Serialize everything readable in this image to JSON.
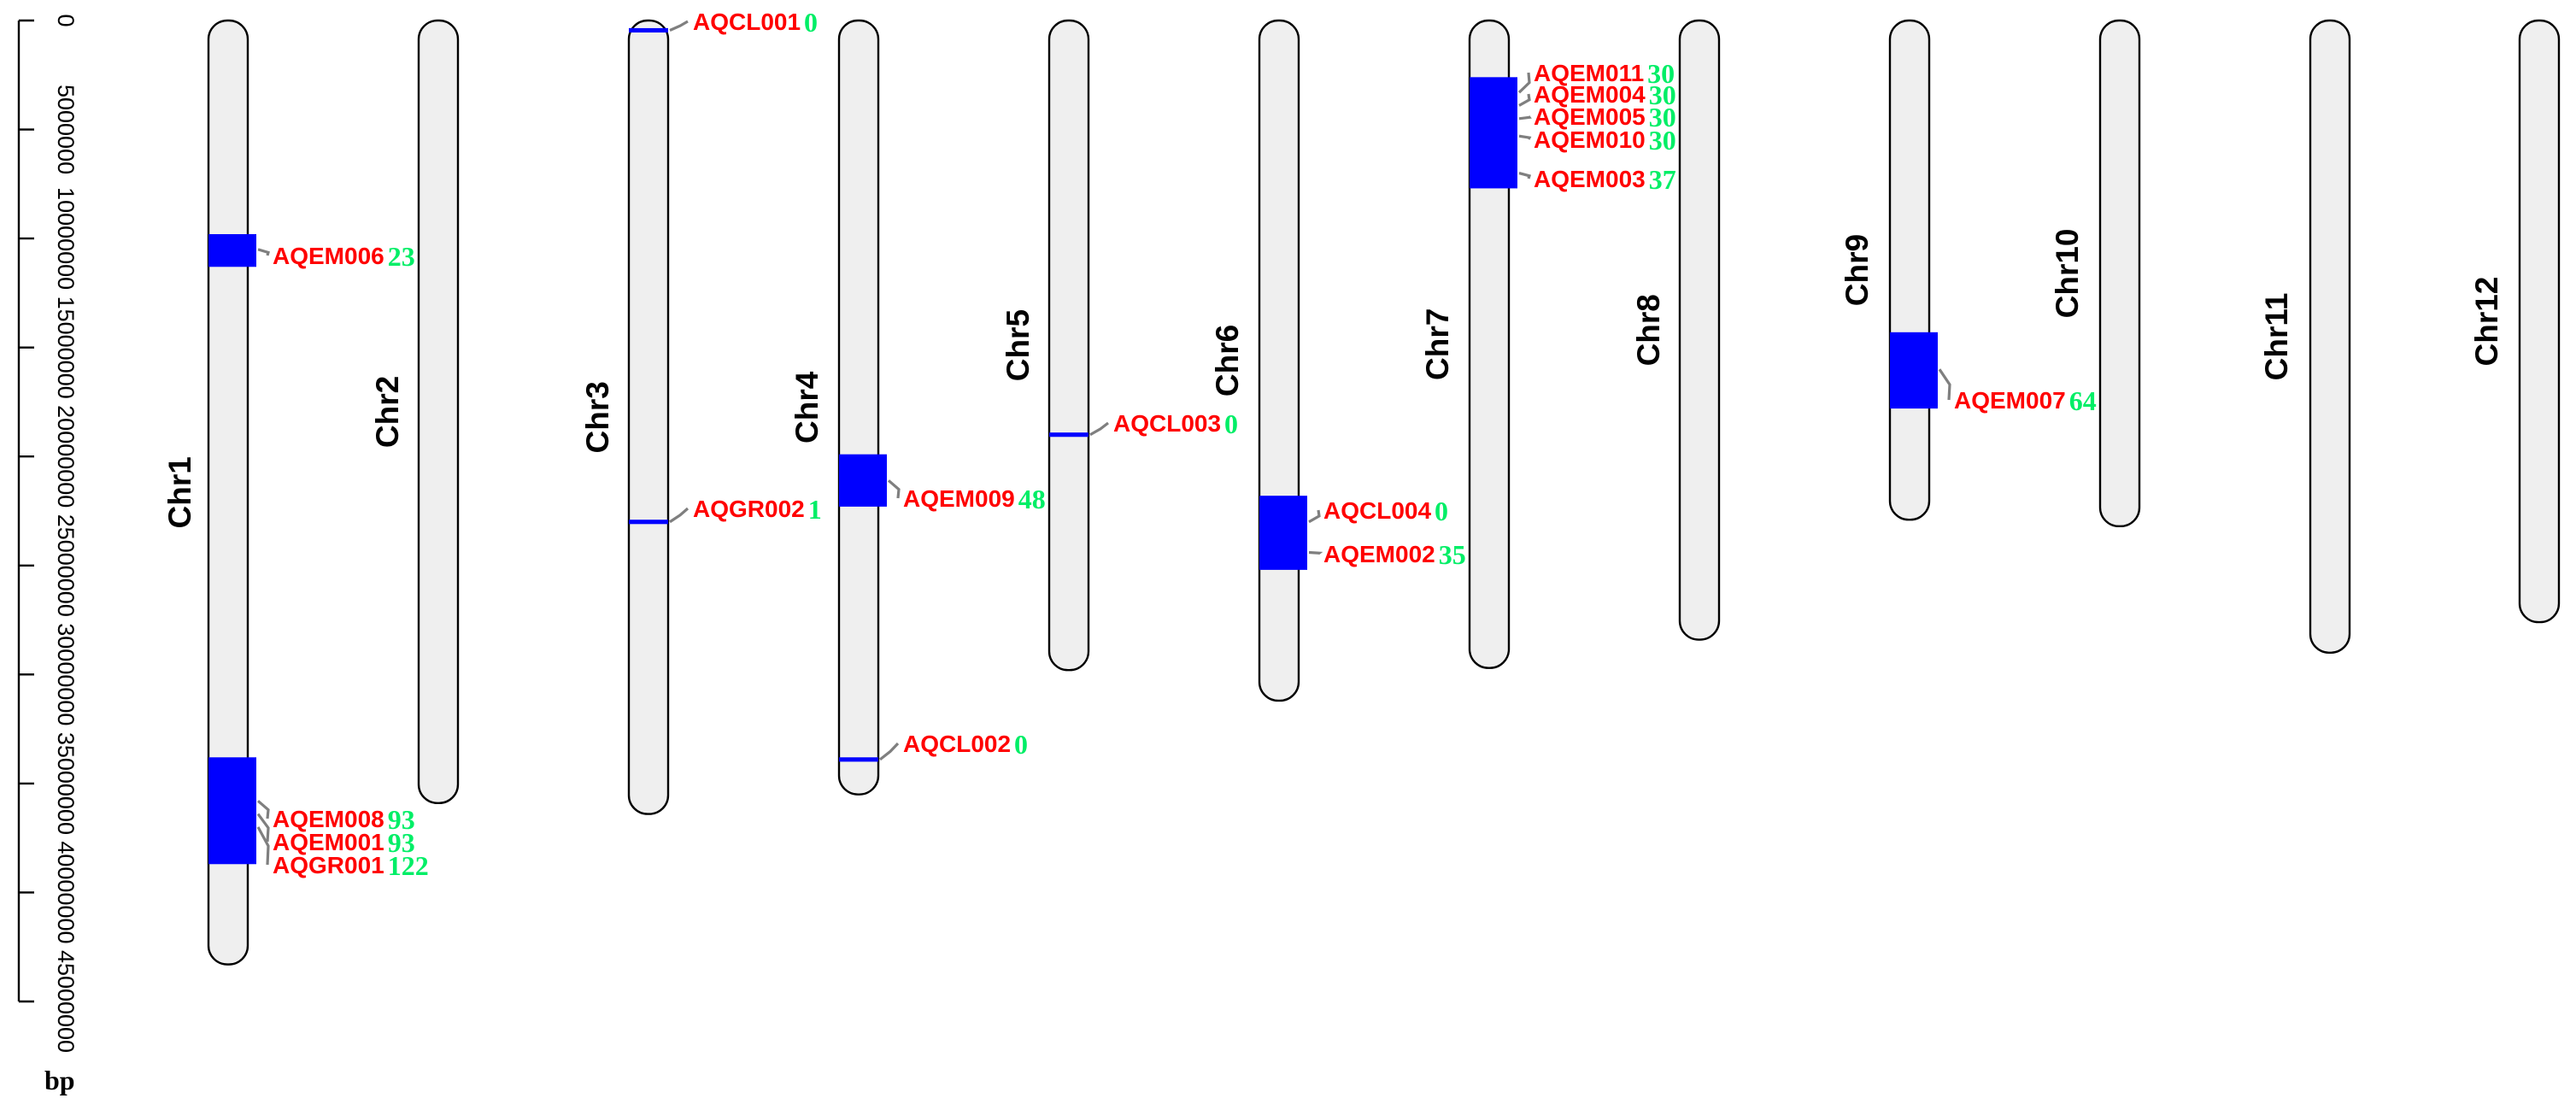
{
  "axis": {
    "unit": "bp",
    "ticks": [
      "0",
      "5000000",
      "10000000",
      "15000000",
      "20000000",
      "25000000",
      "30000000",
      "35000000",
      "40000000",
      "45000000"
    ],
    "tick_values": [
      0,
      5000000,
      10000000,
      15000000,
      20000000,
      25000000,
      30000000,
      35000000,
      40000000,
      45000000
    ]
  },
  "colors": {
    "chromosome_fill": "#efefef",
    "band": "#0000ff",
    "gene_name": "#ff0000",
    "gene_value": "#00ee66",
    "connector": "#7f7f7f"
  },
  "chart_data": {
    "type": "diagram",
    "chromosomes": [
      {
        "name": "Chr1",
        "length": 43300000
      },
      {
        "name": "Chr2",
        "length": 35900000
      },
      {
        "name": "Chr3",
        "length": 36400000
      },
      {
        "name": "Chr4",
        "length": 35500000
      },
      {
        "name": "Chr5",
        "length": 29800000
      },
      {
        "name": "Chr6",
        "length": 31200000
      },
      {
        "name": "Chr7",
        "length": 29700000
      },
      {
        "name": "Chr8",
        "length": 28400000
      },
      {
        "name": "Chr9",
        "length": 22900000
      },
      {
        "name": "Chr10",
        "length": 23200000
      },
      {
        "name": "Chr11",
        "length": 29000000
      },
      {
        "name": "Chr12",
        "length": 27600000
      }
    ],
    "regions": [
      {
        "chr": "Chr1",
        "start": 9800000,
        "end": 11300000
      },
      {
        "chr": "Chr1",
        "start": 33800000,
        "end": 38700000
      },
      {
        "chr": "Chr3",
        "start": 350000,
        "end": 550000
      },
      {
        "chr": "Chr3",
        "start": 22900000,
        "end": 23100000
      },
      {
        "chr": "Chr4",
        "start": 19900000,
        "end": 22300000
      },
      {
        "chr": "Chr4",
        "start": 33800000,
        "end": 34000000
      },
      {
        "chr": "Chr5",
        "start": 18900000,
        "end": 19100000
      },
      {
        "chr": "Chr6",
        "start": 21800000,
        "end": 25200000
      },
      {
        "chr": "Chr7",
        "start": 2600000,
        "end": 7700000
      },
      {
        "chr": "Chr9",
        "start": 14300000,
        "end": 17800000
      }
    ],
    "genes": [
      {
        "chr": "Chr1",
        "name": "AQEM006",
        "value": "23",
        "position": 10500000
      },
      {
        "chr": "Chr1",
        "name": "AQEM008",
        "value": "93",
        "position": 35800000
      },
      {
        "chr": "Chr1",
        "name": "AQEM001",
        "value": "93",
        "position": 36400000
      },
      {
        "chr": "Chr1",
        "name": "AQGR001",
        "value": "122",
        "position": 37000000
      },
      {
        "chr": "Chr3",
        "name": "AQCL001",
        "value": "0",
        "position": 450000
      },
      {
        "chr": "Chr3",
        "name": "AQGR002",
        "value": "1",
        "position": 23000000
      },
      {
        "chr": "Chr4",
        "name": "AQEM009",
        "value": "48",
        "position": 21100000
      },
      {
        "chr": "Chr4",
        "name": "AQCL002",
        "value": "0",
        "position": 33900000
      },
      {
        "chr": "Chr5",
        "name": "AQCL003",
        "value": "0",
        "position": 19000000
      },
      {
        "chr": "Chr6",
        "name": "AQCL004",
        "value": "0",
        "position": 23000000
      },
      {
        "chr": "Chr6",
        "name": "AQEM002",
        "value": "35",
        "position": 24400000
      },
      {
        "chr": "Chr7",
        "name": "AQEM011",
        "value": "30",
        "position": 3300000
      },
      {
        "chr": "Chr7",
        "name": "AQEM004",
        "value": "30",
        "position": 3900000
      },
      {
        "chr": "Chr7",
        "name": "AQEM005",
        "value": "30",
        "position": 4500000
      },
      {
        "chr": "Chr7",
        "name": "AQEM010",
        "value": "30",
        "position": 5300000
      },
      {
        "chr": "Chr7",
        "name": "AQEM003",
        "value": "37",
        "position": 7000000
      },
      {
        "chr": "Chr9",
        "name": "AQEM007",
        "value": "64",
        "position": 16000000
      }
    ]
  }
}
